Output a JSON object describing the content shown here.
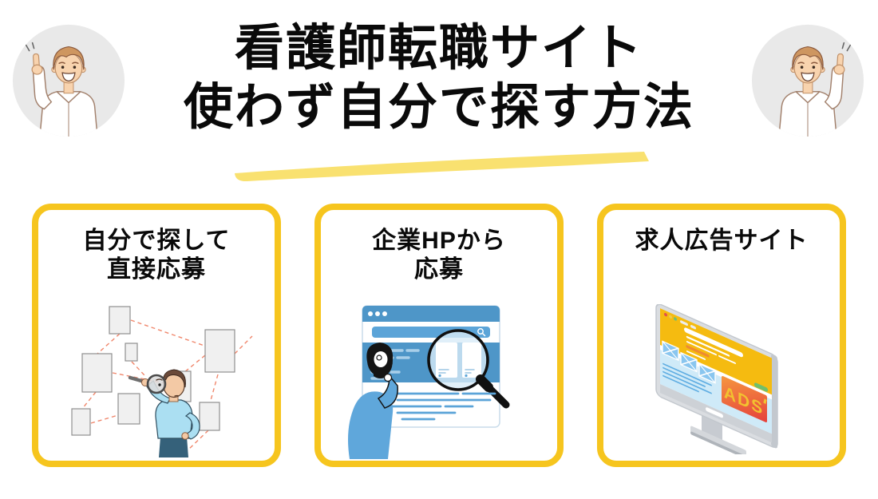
{
  "page": {
    "background": "#FFFFFF"
  },
  "header": {
    "title_line1": "看護師転職サイト",
    "title_line2": "使わず自分で探す方法",
    "underline_style": "hand-drawn-yellow-highlight",
    "avatar_left": "pointing-man-in-white-shirt",
    "avatar_right": "pointing-man-in-white-shirt-mirrored"
  },
  "cards": [
    {
      "title_line1": "自分で探して",
      "title_line2": "直接応募",
      "illustration": "man-with-magnifier-searching-scattered-documents"
    },
    {
      "title_line1": "企業HPから",
      "title_line2": "応募",
      "illustration": "browser-window-with-search-bar-magnifier-and-thinking-person"
    },
    {
      "title_line1": "求人広告サイト",
      "title_line2": "",
      "illustration": "isometric-monitor-showing-webpage-with-ad-banner",
      "ads_label": "ADS"
    }
  ],
  "colors": {
    "card_border": "#F6C51E",
    "title_underline": "#F9E170",
    "title_text": "#0A0A0A",
    "avatar_circle_bg": "#E9E9E9",
    "browser_blue": "#4E96C8",
    "search_bar_blue": "#5BA4D8",
    "light_line_blue": "#A9CFE9",
    "dashed_link_salmon": "#F0876C",
    "paper_gray": "#F0F0F0",
    "shirt_light_blue": "#ABDFF2",
    "person_blue": "#5FA7DB",
    "monitor_header_yellow": "#F5BB10",
    "tile_blue": "#8AC6EF",
    "screen_bottom_blue": "#CFEAF8",
    "ads_banner_red": "#E8453C",
    "ads_text_yellow": "#F2C230"
  }
}
